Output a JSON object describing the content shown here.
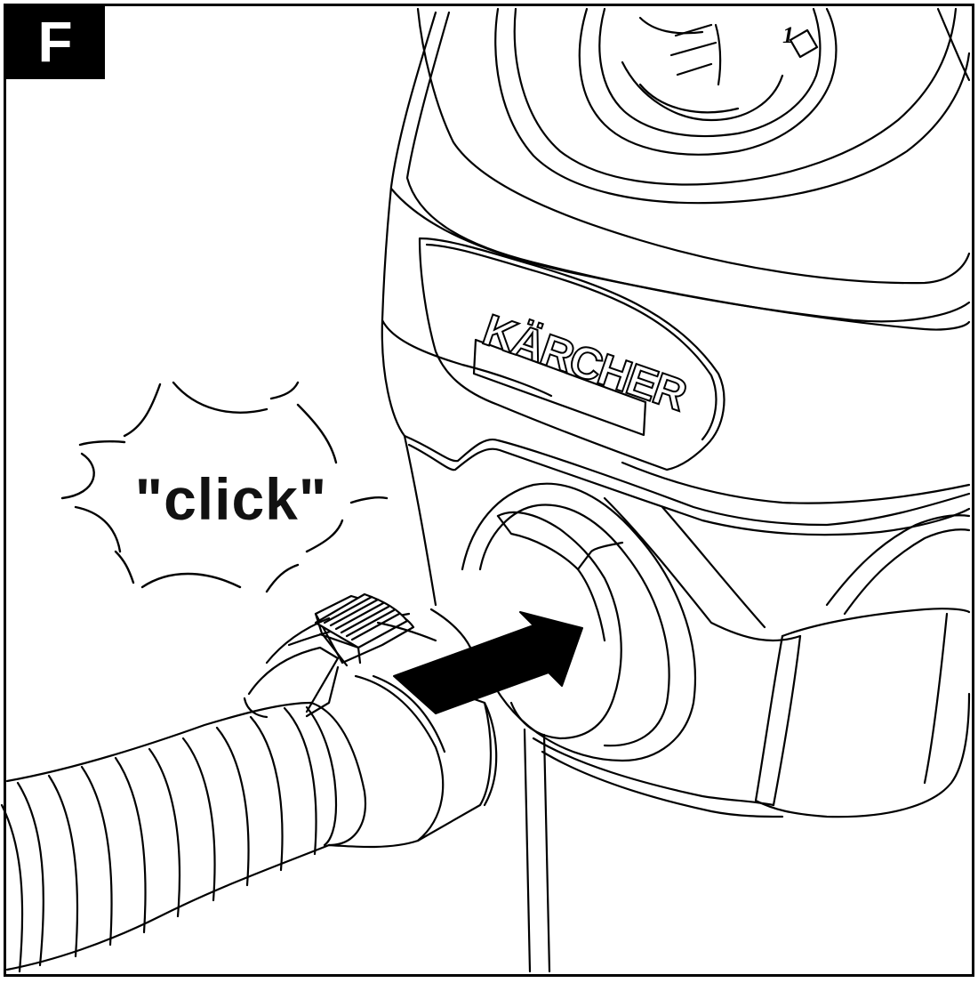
{
  "step_label": "F",
  "sound_effect": "\"click\"",
  "brand": "KÄRCHER",
  "dial_marking": "1",
  "colors": {
    "ink": "#000000",
    "paper": "#ffffff"
  }
}
